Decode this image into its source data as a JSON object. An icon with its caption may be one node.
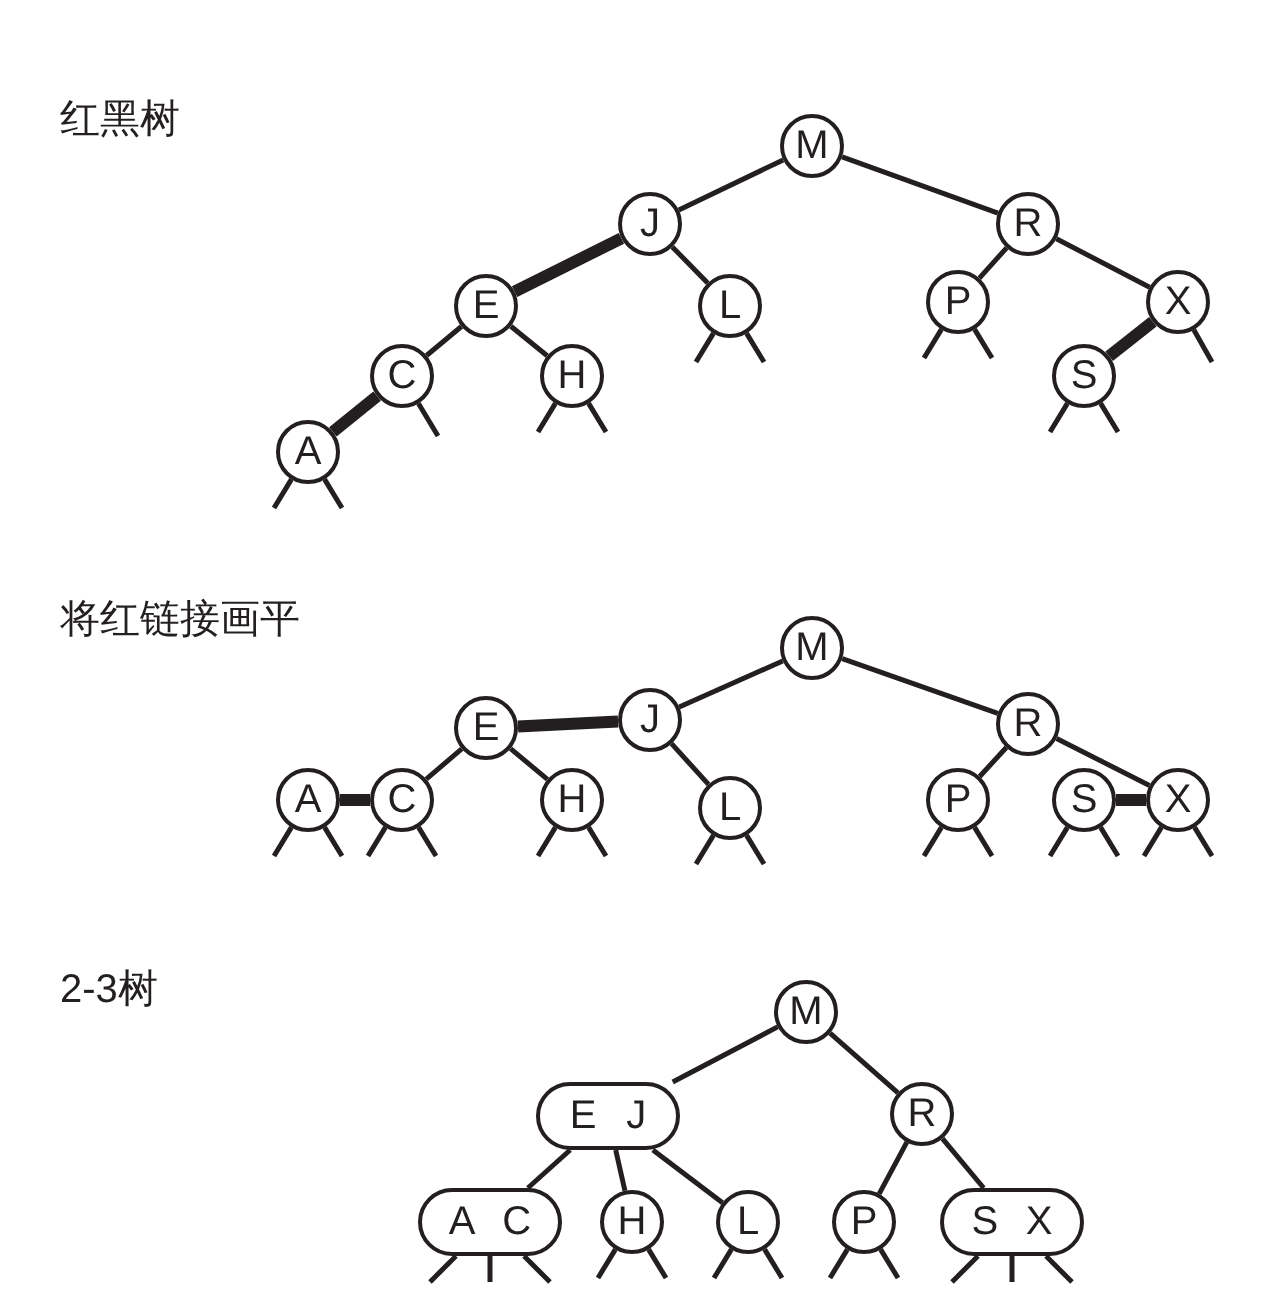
{
  "diagram": {
    "nodes": [
      {
        "text": [
          "M"
        ]
      },
      {
        "text": [
          "J"
        ]
      },
      {
        "text": [
          "R"
        ]
      },
      {
        "text": [
          "E"
        ]
      },
      {
        "text": [
          "L"
        ]
      },
      {
        "text": [
          "P"
        ]
      },
      {
        "text": [
          "X"
        ]
      },
      {
        "text": [
          "C"
        ]
      },
      {
        "text": [
          "H"
        ]
      },
      {
        "text": [
          "S"
        ]
      },
      {
        "text": [
          "A"
        ]
      },
      {
        "text": [
          "M"
        ]
      },
      {
        "text": [
          "E"
        ]
      },
      {
        "text": [
          "J"
        ]
      },
      {
        "text": [
          "R"
        ]
      },
      {
        "text": [
          "A"
        ]
      },
      {
        "text": [
          "C"
        ]
      },
      {
        "text": [
          "H"
        ]
      },
      {
        "text": [
          "L"
        ]
      },
      {
        "text": [
          "P"
        ]
      },
      {
        "text": [
          "S"
        ]
      },
      {
        "text": [
          "X"
        ]
      },
      {
        "text": [
          "M"
        ]
      },
      {
        "text": [
          "E",
          "J"
        ]
      },
      {
        "text": [
          "R"
        ]
      },
      {
        "text": [
          "A",
          "C"
        ]
      },
      {
        "text": [
          "H"
        ]
      },
      {
        "text": [
          "L"
        ]
      },
      {
        "text": [
          "P"
        ]
      },
      {
        "text": [
          "S",
          "X"
        ]
      }
    ],
    "edges": [
      {
        "from": 0,
        "to": 1,
        "arrow": "none"
      },
      {
        "from": 0,
        "to": 2,
        "arrow": "none"
      },
      {
        "from": 1,
        "to": 3,
        "arrow": "none",
        "style": "thick"
      },
      {
        "from": 1,
        "to": 4,
        "arrow": "none"
      },
      {
        "from": 3,
        "to": 7,
        "arrow": "none"
      },
      {
        "from": 3,
        "to": 8,
        "arrow": "none"
      },
      {
        "from": 7,
        "to": 10,
        "arrow": "none",
        "style": "thick"
      },
      {
        "from": 2,
        "to": 5,
        "arrow": "none"
      },
      {
        "from": 2,
        "to": 6,
        "arrow": "none"
      },
      {
        "from": 6,
        "to": 9,
        "arrow": "none",
        "style": "thick"
      },
      {
        "from": 10,
        "to": null,
        "arrow": "none"
      },
      {
        "from": 10,
        "to": null,
        "arrow": "none"
      },
      {
        "from": 7,
        "to": null,
        "arrow": "none"
      },
      {
        "from": 8,
        "to": null,
        "arrow": "none"
      },
      {
        "from": 8,
        "to": null,
        "arrow": "none"
      },
      {
        "from": 4,
        "to": null,
        "arrow": "none"
      },
      {
        "from": 4,
        "to": null,
        "arrow": "none"
      },
      {
        "from": 5,
        "to": null,
        "arrow": "none"
      },
      {
        "from": 5,
        "to": null,
        "arrow": "none"
      },
      {
        "from": 9,
        "to": null,
        "arrow": "none"
      },
      {
        "from": 9,
        "to": null,
        "arrow": "none"
      },
      {
        "from": 6,
        "to": null,
        "arrow": "none"
      },
      {
        "from": 11,
        "to": 13,
        "arrow": "none"
      },
      {
        "from": 11,
        "to": 14,
        "arrow": "none"
      },
      {
        "from": 12,
        "to": 13,
        "arrow": "none",
        "style": "thick"
      },
      {
        "from": 13,
        "to": 18,
        "arrow": "none"
      },
      {
        "from": 12,
        "to": 16,
        "arrow": "none"
      },
      {
        "from": 12,
        "to": 17,
        "arrow": "none"
      },
      {
        "from": 15,
        "to": 16,
        "arrow": "none",
        "style": "thick"
      },
      {
        "from": 14,
        "to": 19,
        "arrow": "none"
      },
      {
        "from": 14,
        "to": 21,
        "arrow": "none"
      },
      {
        "from": 20,
        "to": 21,
        "arrow": "none",
        "style": "thick"
      },
      {
        "from": 15,
        "to": null,
        "arrow": "none"
      },
      {
        "from": 15,
        "to": null,
        "arrow": "none"
      },
      {
        "from": 16,
        "to": null,
        "arrow": "none"
      },
      {
        "from": 16,
        "to": null,
        "arrow": "none"
      },
      {
        "from": 17,
        "to": null,
        "arrow": "none"
      },
      {
        "from": 17,
        "to": null,
        "arrow": "none"
      },
      {
        "from": 18,
        "to": null,
        "arrow": "none"
      },
      {
        "from": 18,
        "to": null,
        "arrow": "none"
      },
      {
        "from": 19,
        "to": null,
        "arrow": "none"
      },
      {
        "from": 19,
        "to": null,
        "arrow": "none"
      },
      {
        "from": 20,
        "to": null,
        "arrow": "none"
      },
      {
        "from": 20,
        "to": null,
        "arrow": "none"
      },
      {
        "from": 21,
        "to": null,
        "arrow": "none"
      },
      {
        "from": 21,
        "to": null,
        "arrow": "none"
      },
      {
        "from": 22,
        "to": 23,
        "arrow": "none"
      },
      {
        "from": 22,
        "to": 24,
        "arrow": "none"
      },
      {
        "from": 23,
        "to": 25,
        "arrow": "none"
      },
      {
        "from": 23,
        "to": 26,
        "arrow": "none"
      },
      {
        "from": 23,
        "to": 27,
        "arrow": "none"
      },
      {
        "from": 24,
        "to": 28,
        "arrow": "none"
      },
      {
        "from": 24,
        "to": 29,
        "arrow": "none"
      },
      {
        "from": 25,
        "to": null,
        "arrow": "none"
      },
      {
        "from": 25,
        "to": null,
        "arrow": "none"
      },
      {
        "from": 25,
        "to": null,
        "arrow": "none"
      },
      {
        "from": 26,
        "to": null,
        "arrow": "none"
      },
      {
        "from": 26,
        "to": null,
        "arrow": "none"
      },
      {
        "from": 27,
        "to": null,
        "arrow": "none"
      },
      {
        "from": 27,
        "to": null,
        "arrow": "none"
      },
      {
        "from": 28,
        "to": null,
        "arrow": "none"
      },
      {
        "from": 28,
        "to": null,
        "arrow": "none"
      },
      {
        "from": 29,
        "to": null,
        "arrow": "none"
      },
      {
        "from": 29,
        "to": null,
        "arrow": "none"
      },
      {
        "from": 29,
        "to": null,
        "arrow": "none"
      }
    ],
    "labels": [
      "红黑树",
      "将红链接画平",
      "2-3树"
    ]
  }
}
